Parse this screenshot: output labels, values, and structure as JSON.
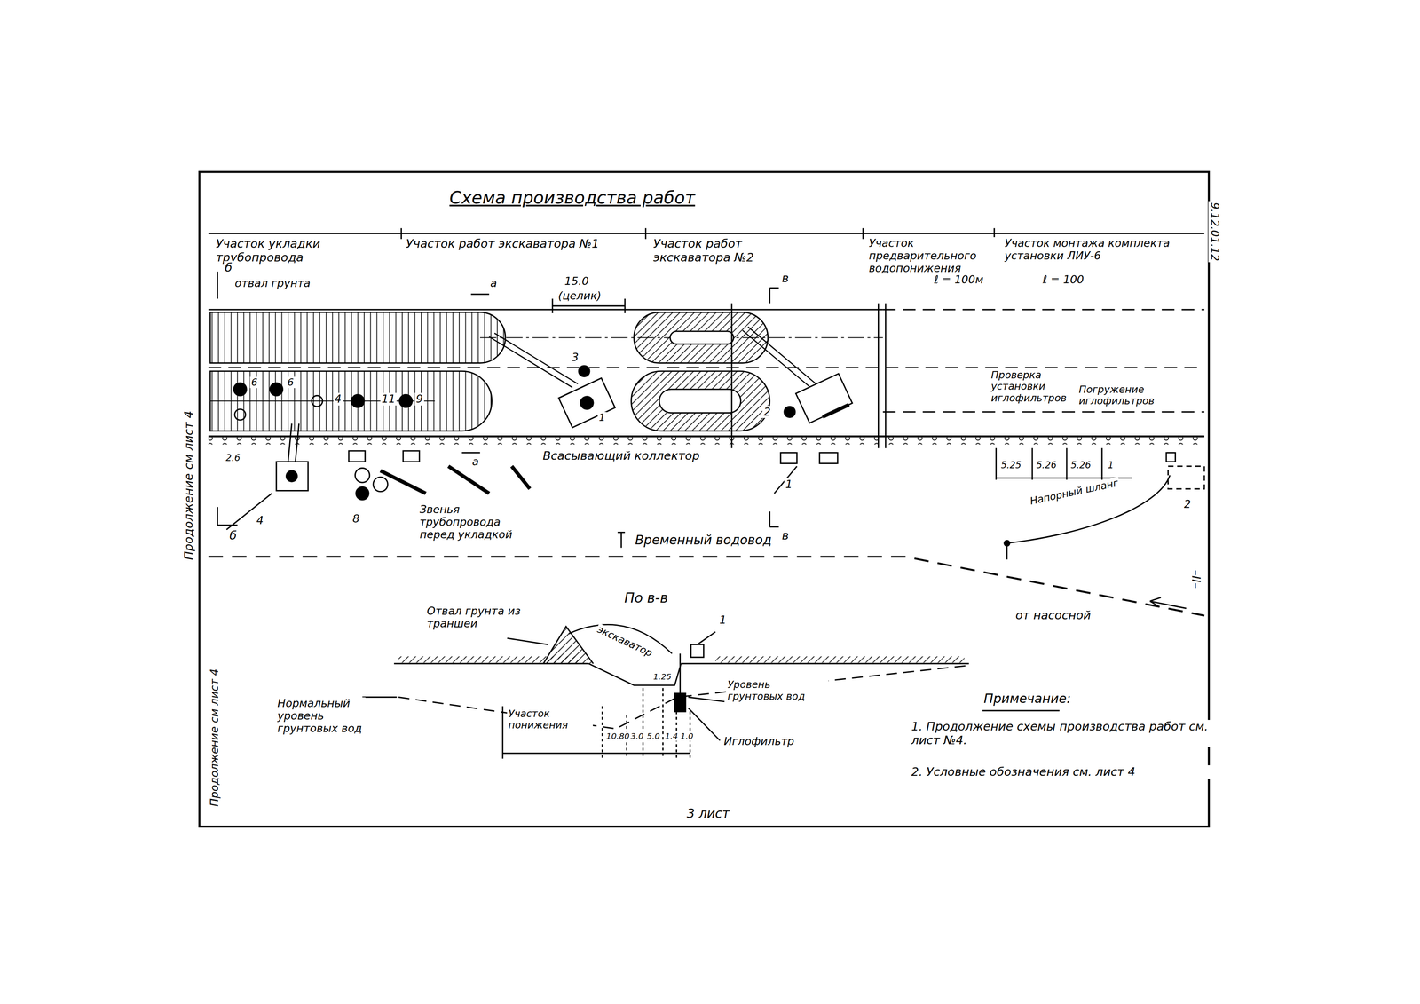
{
  "diagram": {
    "title": "Схема производства работ",
    "labels": [
      "Участок укладки трубопровода",
      "Участок работ экскаватора №1",
      "Участок работ экскаватора №2",
      "Участок предварительного водопонижения",
      "ℓ = 100м",
      "Участок монтажа комплекта установки ЛИУ-6",
      "ℓ = 100",
      "9.12.01.12",
      "б",
      "отвал грунта",
      "а",
      "15.0",
      "(целик)",
      "в",
      "6",
      "6",
      "4",
      "11",
      "9",
      "3",
      "1",
      "2",
      "2.6",
      "а",
      "Всасывающий коллектор",
      "б",
      "4",
      "8",
      "Звенья трубопровода перед укладкой",
      "1",
      "в",
      "Временный водовод",
      "Проверка установки иглофильтров",
      "Погружение иглофильтров",
      "5.25",
      "5.26",
      "5.26",
      "1",
      "Напорный шланг",
      "2",
      "от насосной",
      "–II–",
      "Продолжение см лист 4",
      "Продолжение см лист 4",
      "По в-в",
      "Отвал грунта из траншеи",
      "экскаватор",
      "1",
      "Нормальный уровень грунтовых вод",
      "Участок понижения",
      "10.80",
      "3.0",
      "5.0",
      "1.4",
      "1.0",
      "1.25",
      "Уровень грунтовых вод",
      "Иглофильтр",
      "Примечание:",
      "1. Продолжение схемы производства работ см. лист №4.",
      "2. Условные обозначения см. лист 4",
      "3 лист"
    ]
  }
}
